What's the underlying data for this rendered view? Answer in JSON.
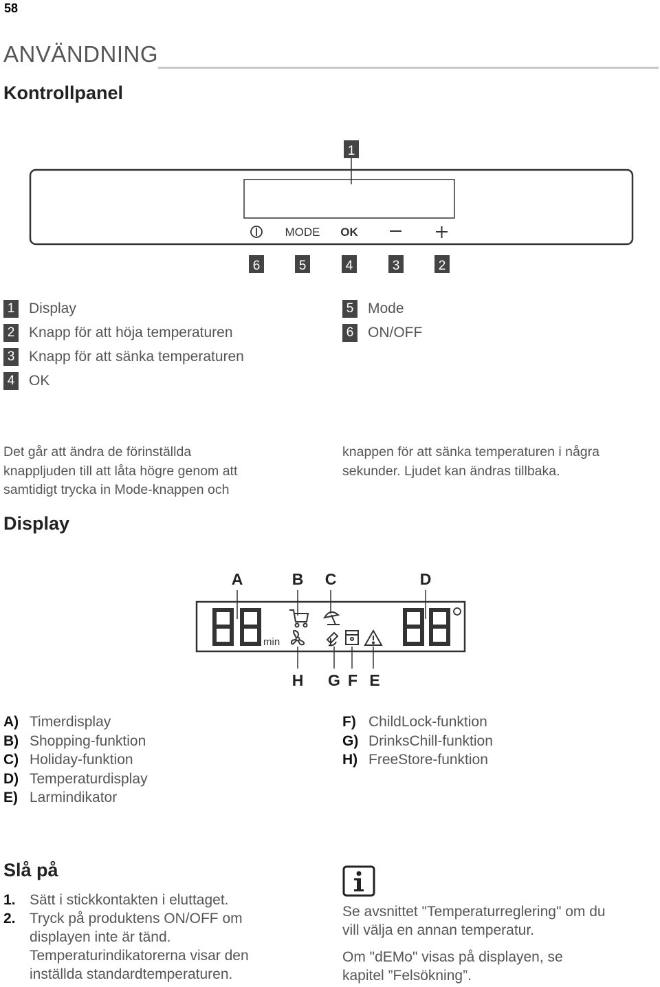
{
  "page_number": "58",
  "section_title": "ANVÄNDNING",
  "control_panel": {
    "heading": "Kontrollpanel",
    "labels": {
      "display": "1",
      "power": "6",
      "mode": "5",
      "ok": "4",
      "minus": "3",
      "plus": "2"
    },
    "buttons": {
      "mode": "MODE",
      "ok": "OK"
    },
    "legend_left": [
      {
        "num": "1",
        "text": "Display"
      },
      {
        "num": "2",
        "text": "Knapp för att höja temperaturen"
      },
      {
        "num": "3",
        "text": "Knapp för att sänka temperaturen"
      },
      {
        "num": "4",
        "text": "OK"
      }
    ],
    "legend_right": [
      {
        "num": "5",
        "text": "Mode"
      },
      {
        "num": "6",
        "text": "ON/OFF"
      }
    ],
    "note_left": [
      "Det går att ändra de förinställda",
      "knappljuden till att låta högre genom att",
      "samtidigt trycka in Mode-knappen och"
    ],
    "note_right": [
      "knappen för att sänka temperaturen i några",
      "sekunder. Ljudet kan ändras tillbaka."
    ]
  },
  "display": {
    "heading": "Display",
    "top_labels": [
      "A",
      "B",
      "C",
      "D"
    ],
    "bottom_labels": [
      "H",
      "G",
      "F",
      "E"
    ],
    "unit": "min",
    "items_left": [
      {
        "key": "A)",
        "text": "Timerdisplay"
      },
      {
        "key": "B)",
        "text": "Shopping-funktion"
      },
      {
        "key": "C)",
        "text": "Holiday-funktion"
      },
      {
        "key": "D)",
        "text": "Temperaturdisplay"
      },
      {
        "key": "E)",
        "text": "Larmindikator"
      }
    ],
    "items_right": [
      {
        "key": "F)",
        "text": "ChildLock-funktion"
      },
      {
        "key": "G)",
        "text": "DrinksChill-funktion"
      },
      {
        "key": "H)",
        "text": "FreeStore-funktion"
      }
    ]
  },
  "switch_on": {
    "heading": "Slå på",
    "steps": [
      {
        "num": "1.",
        "lines": [
          "Sätt i stickkontakten i eluttaget."
        ]
      },
      {
        "num": "2.",
        "lines": [
          "Tryck på produktens ON/OFF om",
          "displayen inte är tänd.",
          "Temperaturindikatorerna visar den",
          "inställda standardtemperaturen."
        ]
      }
    ],
    "info_icon": "info-icon",
    "info_para1": [
      "Se avsnittet \"Temperaturreglering\" om du",
      "vill välja en annan temperatur."
    ],
    "info_para2": [
      "Om \"dEMo\" visas på displayen, se",
      "kapitel ”Felsökning”."
    ]
  }
}
